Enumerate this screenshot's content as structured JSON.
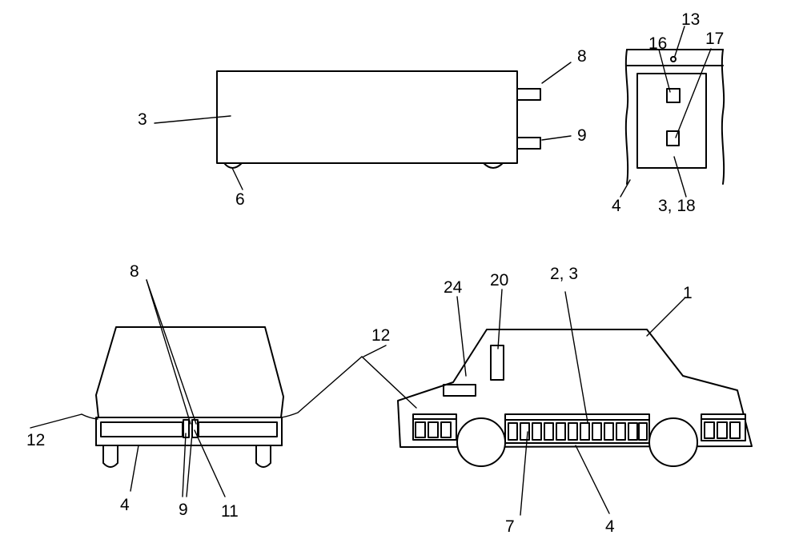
{
  "labels": {
    "box_body": "3",
    "box_conn_top": "8",
    "box_conn_bottom": "9",
    "box_wheel": "6",
    "detail_hole": "13",
    "detail_part16": "16",
    "detail_part17": "17",
    "detail_rail": "4",
    "detail_module": "3, 18",
    "front_conn_pair": "8",
    "front_cable": "12",
    "front_rail": "4",
    "front_conn_lower": "9",
    "front_part11": "11",
    "car_cable": "12",
    "car_part24": "24",
    "car_part20": "20",
    "car_modules": "2, 3",
    "car_body": "1",
    "car_cell": "7",
    "car_rail": "4"
  }
}
